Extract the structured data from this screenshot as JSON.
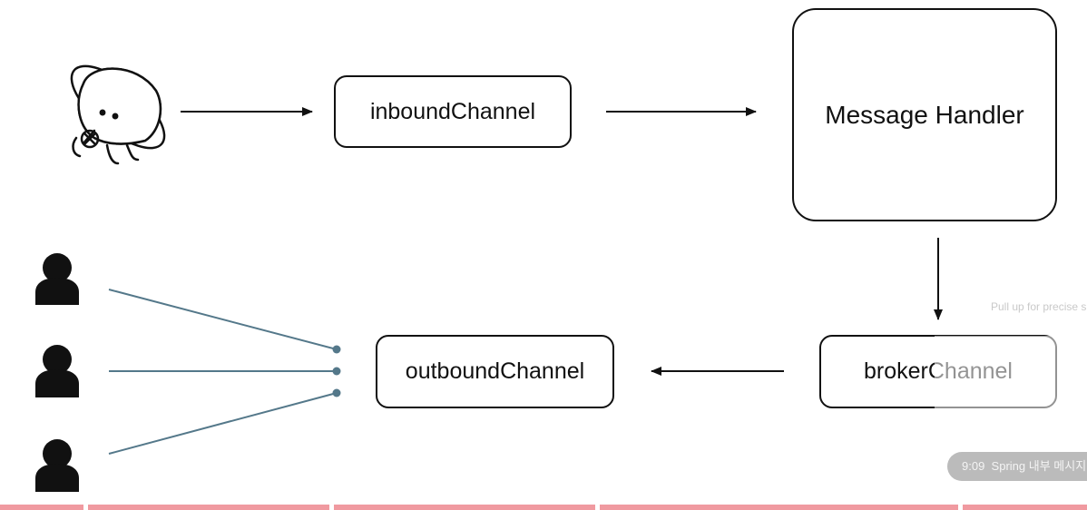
{
  "diagram": {
    "inbound_label": "inboundChannel",
    "handler_label": "Message Handler",
    "outbound_label": "outboundChannel",
    "broker_label": "brokerChannel"
  },
  "icons": {
    "client": "planet-character-icon",
    "subscriber": "user-icon"
  },
  "colors": {
    "arrow": "#111111",
    "fanout_line": "#54788a",
    "progress_bar": "#f09aa0"
  },
  "video_overlay": {
    "hint_text": "Pull up for precise s",
    "chapter_time": "9:09",
    "chapter_title": "Spring 내부 메시지"
  }
}
